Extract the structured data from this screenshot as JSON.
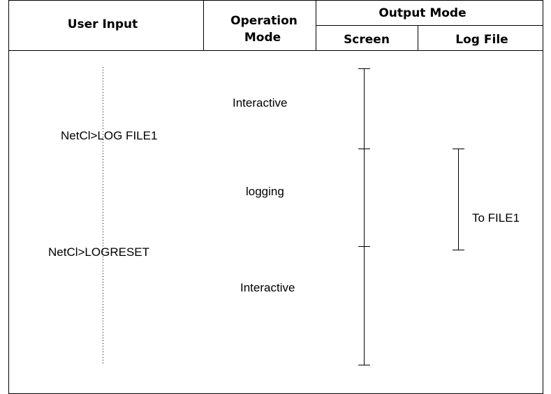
{
  "header": {
    "user_input": "User Input",
    "operation_mode_line1": "Operation",
    "operation_mode_line2": "Mode",
    "output_mode": "Output Mode",
    "screen": "Screen",
    "log_file": "Log File"
  },
  "commands": [
    {
      "text": "NetCl>LOG FILE1"
    },
    {
      "text": "NetCl>LOGRESET"
    }
  ],
  "modes": [
    {
      "text": "Interactive"
    },
    {
      "text": "logging"
    },
    {
      "text": "Interactive"
    }
  ],
  "log_file_annotation": "To FILE1"
}
